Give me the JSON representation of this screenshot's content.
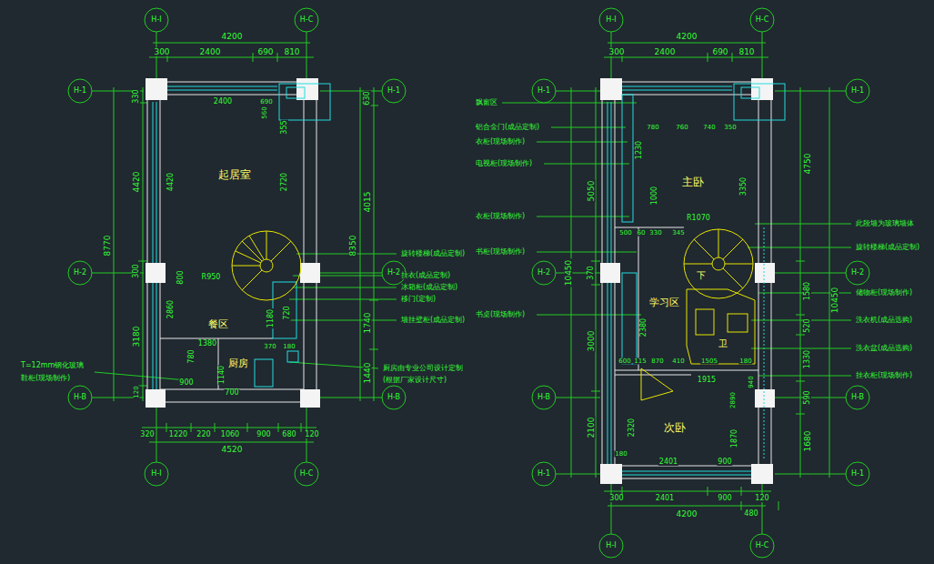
{
  "diagram": {
    "nodes": [
      {
        "text": [
          "H-I"
        ]
      },
      {
        "text": [
          "H-C"
        ]
      },
      {
        "text": [
          "H-1"
        ]
      },
      {
        "text": [
          "H-2"
        ]
      },
      {
        "text": [
          "H-B"
        ]
      },
      {
        "text": [
          "H-1"
        ]
      },
      {
        "text": [
          "H-2"
        ]
      },
      {
        "text": [
          "H-B"
        ]
      },
      {
        "text": [
          "H-I"
        ]
      },
      {
        "text": [
          "H-C"
        ]
      },
      {
        "text": [
          "H-I"
        ]
      },
      {
        "text": [
          "H-C"
        ]
      },
      {
        "text": [
          "H-1"
        ]
      },
      {
        "text": [
          "H-2"
        ]
      },
      {
        "text": [
          "H-B"
        ]
      },
      {
        "text": [
          "H-1"
        ]
      },
      {
        "text": [
          "H-1"
        ]
      },
      {
        "text": [
          "H-2"
        ]
      },
      {
        "text": [
          "H-B"
        ]
      },
      {
        "text": [
          "H-1"
        ]
      },
      {
        "text": [
          "H-I"
        ]
      },
      {
        "text": [
          "H-C"
        ]
      }
    ],
    "labels": [
      "4200",
      "300",
      "2400",
      "690",
      "810",
      "2400",
      "690",
      "560",
      "355",
      "2720",
      "4420",
      "起居室",
      "R950",
      "800",
      "1180",
      "720",
      "370",
      "180",
      "餐区",
      "1380",
      "780",
      "厨房",
      "2860",
      "1140",
      "900",
      "700",
      "8770",
      "330",
      "4420",
      "300",
      "3180",
      "120",
      "630",
      "4015",
      "8350",
      "1740",
      "1440",
      "320",
      "1220",
      "220",
      "1060",
      "900",
      "680",
      "120",
      "4520",
      "T=12mm钢化玻璃",
      "鞋柜(现场制作)",
      "旋转楼梯(成品定制)",
      "挂衣(成品定制)",
      "冰箱柜(成品定制)",
      "移门(定制)",
      "墙挂壁柜(成品定制)",
      "厨房由专业公司设计定制",
      "(根据厂家设计尺寸)",
      "4200",
      "300",
      "2400",
      "690",
      "810",
      "飘窗区",
      "铝合金门(成品定制)",
      "衣柜(现场制作)",
      "电视柜(现场制作)",
      "衣柜(现场制作)",
      "书柜(现场制作)",
      "书桌(现场制作)",
      "10450",
      "5050",
      "370",
      "3000",
      "2100",
      "780",
      "760",
      "740",
      "350",
      "1230",
      "主卧",
      "1000",
      "3350",
      "R1070",
      "500",
      "60",
      "330",
      "345",
      "下",
      "学习区",
      "2380",
      "卫",
      "600",
      "115",
      "870",
      "410",
      "1505",
      "180",
      "1915",
      "940",
      "2890",
      "次卧",
      "2320",
      "1870",
      "180",
      "2401",
      "900",
      "4750",
      "1580",
      "520",
      "1330",
      "590",
      "1680",
      "10450",
      "此段墙为玻璃墙体",
      "旋转楼梯(成品定制)",
      "储物柜(现场制作)",
      "洗衣机(成品选购)",
      "洗衣盆(成品选购)",
      "挂衣柜(现场制作)",
      "300",
      "2401",
      "900",
      "120",
      "4200",
      "480"
    ]
  }
}
